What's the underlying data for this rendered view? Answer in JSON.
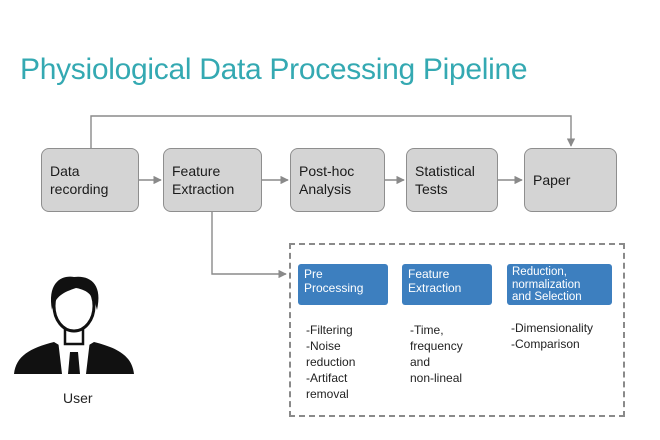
{
  "title": "Physiological Data Processing Pipeline",
  "nodes": {
    "data_recording": "Data\nrecording",
    "feature_extraction": "Feature\nExtraction",
    "posthoc": "Post-hoc\nAnalysis",
    "statistical": "Statistical\nTests",
    "paper": "Paper"
  },
  "subs": {
    "pre": "Pre\nProcessing",
    "fe": "Feature\nExtraction",
    "red": "Reduction,\nnormalization\nand Selection"
  },
  "lists": {
    "pre": [
      "-Filtering",
      "-Noise\nreduction",
      "-Artifact\nremoval"
    ],
    "fe": [
      "-Time,\nfrequency\nand\nnon-lineal"
    ],
    "red": [
      "-Dimensionality",
      "-Comparison"
    ]
  },
  "user": {
    "label": "User",
    "icon": "user-icon"
  },
  "colors": {
    "title": "#34a9b2",
    "sub_box": "#3d7fbf",
    "node_fill": "#d4d4d4"
  }
}
